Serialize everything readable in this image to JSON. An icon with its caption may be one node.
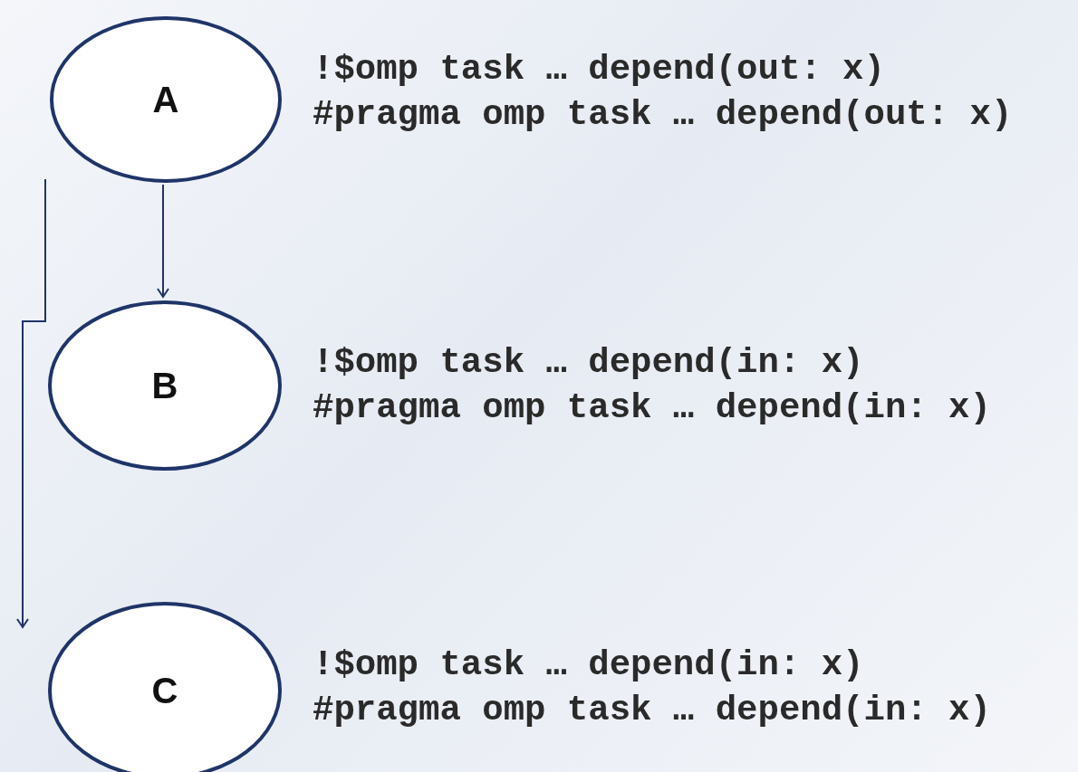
{
  "diagram": {
    "nodes": [
      {
        "text": [
          "A"
        ],
        "beside": [
          "!$omp task … depend(out: x)",
          "#pragma omp task … depend(out: x)"
        ]
      },
      {
        "text": [
          "B"
        ],
        "beside": [
          "!$omp task … depend(in: x)",
          "#pragma omp task … depend(in: x)"
        ]
      },
      {
        "text": [
          "C"
        ],
        "beside": [
          "!$omp task … depend(in: x)",
          "#pragma omp task … depend(in: x)"
        ]
      }
    ],
    "edges": [
      {
        "from": 0,
        "to": 1,
        "arrow": "to"
      },
      {
        "from": 0,
        "to": 2,
        "arrow": "to"
      }
    ]
  }
}
